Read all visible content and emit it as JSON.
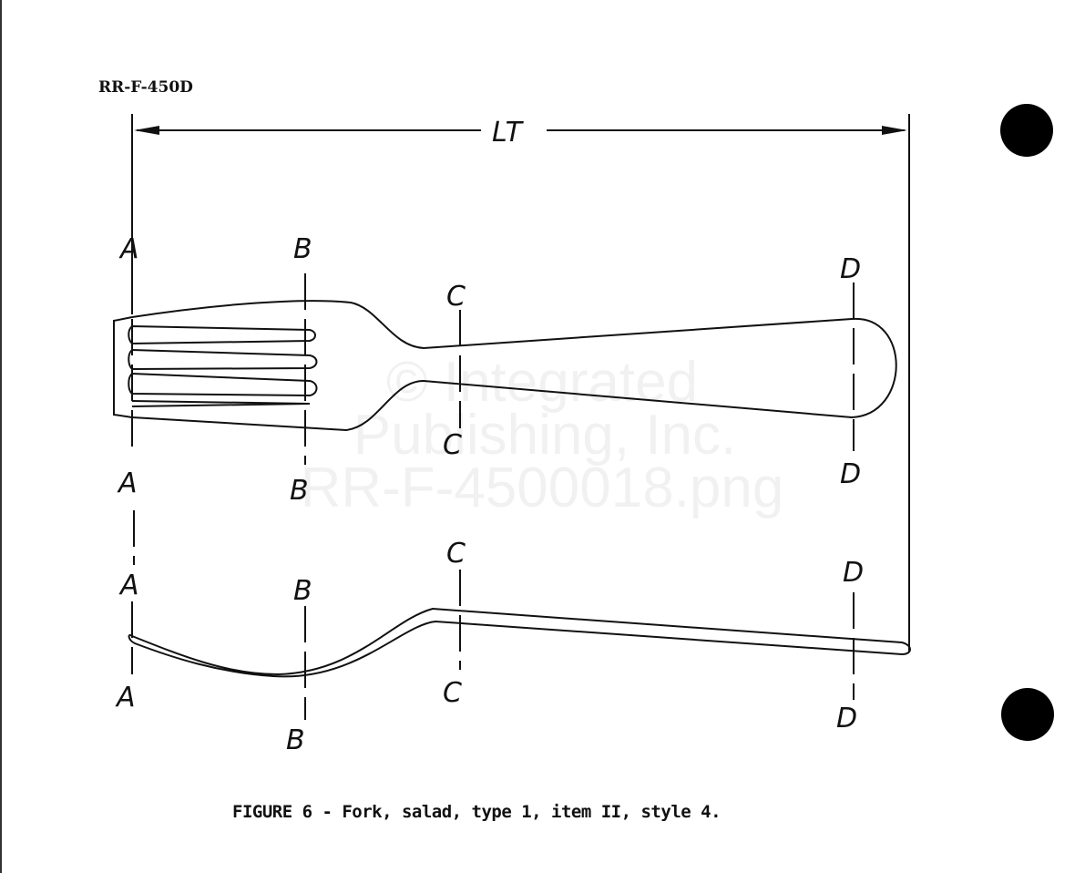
{
  "document_id": "RR-F-450D",
  "caption": "FIGURE 6 - Fork, salad, type 1, item II, style 4.",
  "dimension_label": "LT",
  "section_labels": {
    "a": "A",
    "b": "B",
    "c": "C",
    "d": "D"
  },
  "watermark": [
    "© Integrated",
    "Publishing, Inc.",
    "RR-F-4500018.png"
  ]
}
